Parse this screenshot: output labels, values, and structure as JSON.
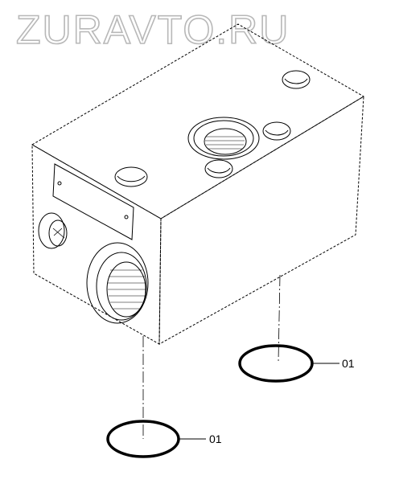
{
  "watermark": {
    "text": "ZURAVTO.RU"
  },
  "callouts": [
    {
      "label": "01"
    },
    {
      "label": "01"
    }
  ],
  "parts": {
    "block": {
      "icon": "valve-block-icon"
    },
    "seal": {
      "icon": "o-ring-icon"
    }
  },
  "colors": {
    "line": "#000000",
    "watermark": "#b8b8b8"
  }
}
